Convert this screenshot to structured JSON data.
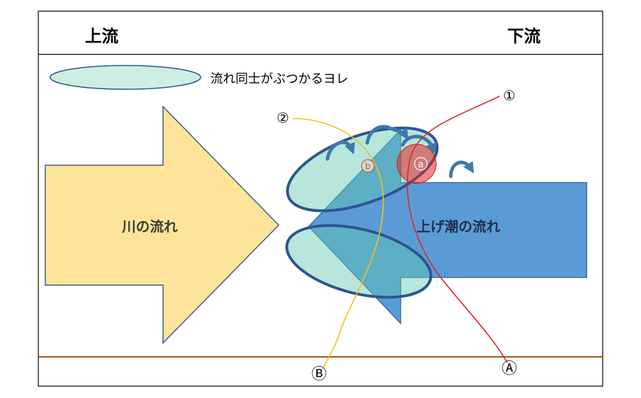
{
  "header": {
    "upstream": "上流",
    "downstream": "下流"
  },
  "legend": {
    "text": "流れ同士がぶつかるヨレ"
  },
  "arrows": {
    "river": "川の流れ",
    "tide": "上げ潮の流れ"
  },
  "markers": {
    "a": "a",
    "b": "b",
    "line1": "①",
    "line2": "②",
    "pointA": "Ⓐ",
    "pointB": "Ⓑ"
  },
  "colors": {
    "frame": "#000000",
    "bank": "#9a5a1e",
    "river_fill": "#fde49a",
    "river_stroke": "#3f5d87",
    "tide_fill": "#5b9bd5",
    "tide_stroke": "#3f6c9e",
    "eddy_fill": "#5fc8b2",
    "eddy_stroke": "#2d5591",
    "swirl": "#3f78ad",
    "red_line": "#e0262a",
    "yellow_line": "#f0c020",
    "red_spot": "#e0262a"
  }
}
